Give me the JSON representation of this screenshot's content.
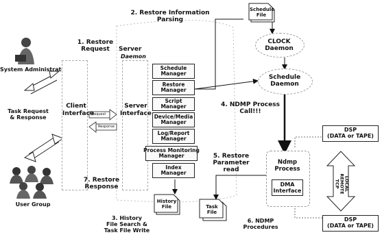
{
  "actors": {
    "sysadmin": "System Administrator",
    "task_req": "Task Request\n& Response",
    "user_group": "User Group"
  },
  "steps": {
    "s1": "1. Restore\nRequest",
    "s2": "2. Restore Information\nParsing",
    "s3": "3. History\nFile Search &\nTask File Write",
    "s4": "4. NDMP Process\nCall!!!",
    "s5": "5. Restore\nParameter\nread",
    "s6": "6. NDMP\nProcedures",
    "s7": "7. Restore\nResponse"
  },
  "server": {
    "title": "Server",
    "sub": "Daemon"
  },
  "client_interface": "Client\nInterface",
  "server_interface": "Server\nInterface",
  "arrows": {
    "request": "Request",
    "response": "Response"
  },
  "managers": [
    "Schedule\nManager",
    "Restore\nManager",
    "Script\nManager",
    "Device/Media\nManager",
    "Log/Report\nManager",
    "Process Monitoring\nManager",
    "Index\nManager"
  ],
  "files": {
    "schedule": "Schedule\nFile",
    "history": "History\nFile",
    "task": "Task\nFile"
  },
  "daemons": {
    "clock": "CLOCK\nDaemon",
    "schedule": "Schedule\nDaemon"
  },
  "ndmp": {
    "title": "Ndmp\nProcess",
    "dma": "DMA\nInterface"
  },
  "dsp": {
    "top": "DSP\n(DATA or TAPE)",
    "bottom": "DSP\n(DATA or TAPE)"
  },
  "link_label": "LOCAL\nREMOTE\nTCP"
}
